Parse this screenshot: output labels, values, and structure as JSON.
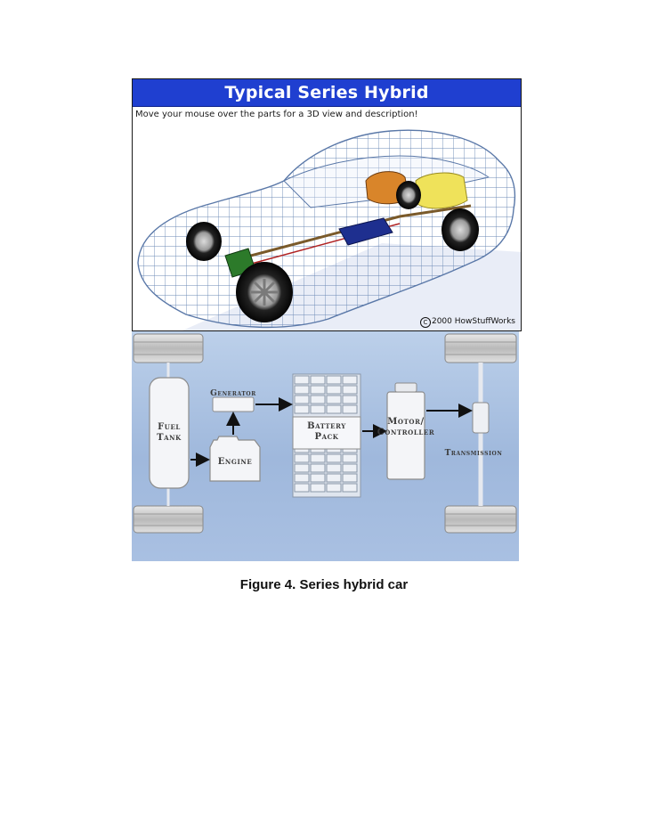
{
  "panel_top": {
    "title": "Typical Series Hybrid",
    "hint": "Move your mouse over the parts for a 3D view and description!",
    "copyright": "2000 HowStuffWorks"
  },
  "diagram": {
    "labels": {
      "fuel_tank_line1": "Fuel",
      "fuel_tank_line2": "Tank",
      "generator": "Generator",
      "engine": "Engine",
      "battery_line1": "Battery",
      "battery_line2": "Pack",
      "motor_line1": "Motor/",
      "motor_line2": "Controller",
      "transmission": "Transmission"
    },
    "colors": {
      "background": "#a9c0e2",
      "component_fill": "#f2f4f8",
      "arrow": "#111111"
    }
  },
  "caption": "Figure 4. Series hybrid car"
}
